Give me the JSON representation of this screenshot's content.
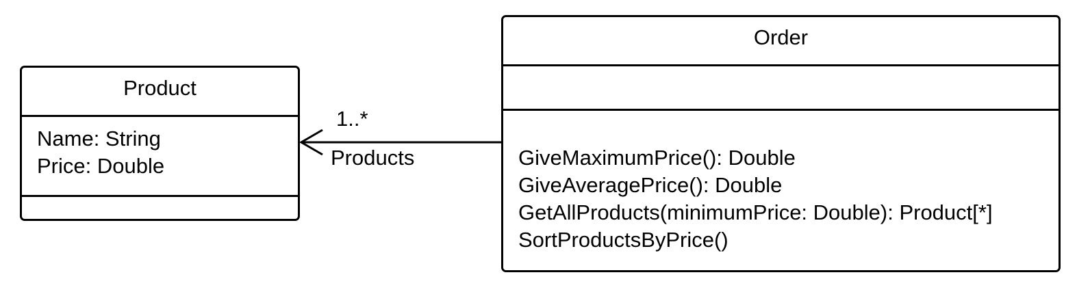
{
  "classes": {
    "product": {
      "name": "Product",
      "attributes": [
        "Name: String",
        "Price: Double"
      ],
      "operations": []
    },
    "order": {
      "name": "Order",
      "attributes": [],
      "operations": [
        "GiveMaximumPrice(): Double",
        "GiveAveragePrice(): Double",
        "GetAllProducts(minimumPrice: Double): Product[*]",
        "SortProductsByPrice()"
      ]
    }
  },
  "association": {
    "from": "Order",
    "to": "Product",
    "navigable_end": "Product",
    "multiplicity": "1..*",
    "role": "Products"
  }
}
